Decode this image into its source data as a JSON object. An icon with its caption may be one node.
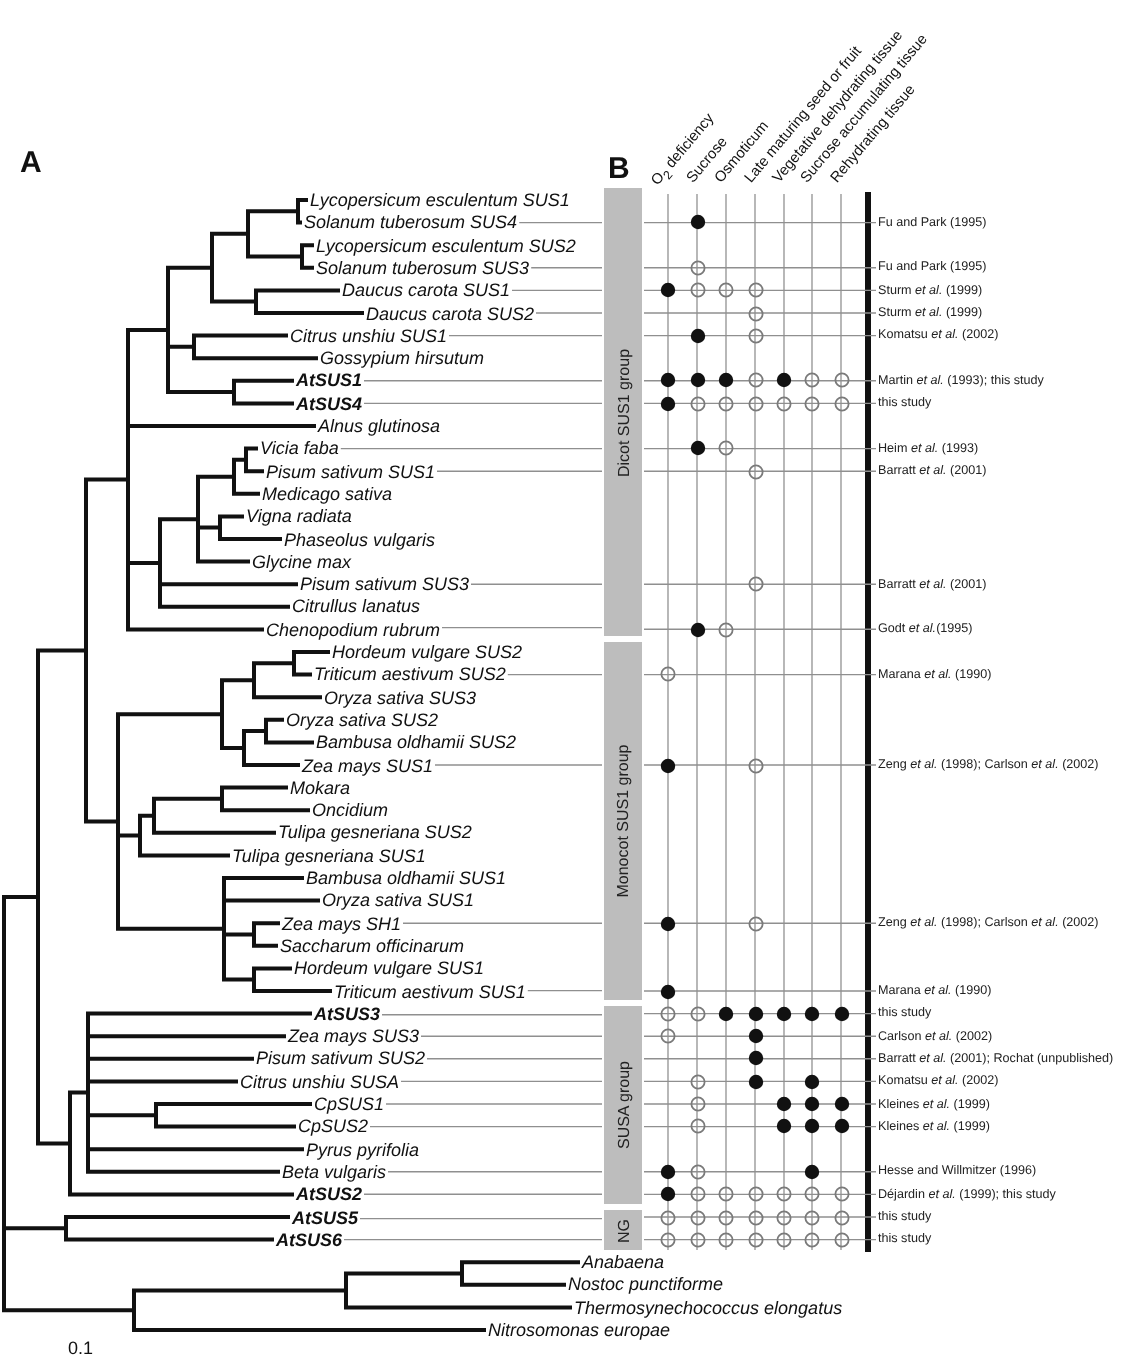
{
  "diagram": {
    "nodes": [
      {
        "text": [
          "Lycopersicum esculentum SUS1"
        ]
      },
      {
        "text": [
          "Solanum tuberosum SUS4"
        ]
      },
      {
        "text": [
          "Lycopersicum esculentum SUS2"
        ]
      },
      {
        "text": [
          "Solanum tuberosum SUS3"
        ]
      },
      {
        "text": [
          "Daucus carota SUS1"
        ]
      },
      {
        "text": [
          "Daucus carota SUS2"
        ]
      },
      {
        "text": [
          "Citrus unshiu SUS1"
        ]
      },
      {
        "text": [
          "Gossypium hirsutum"
        ]
      },
      {
        "text": [
          "AtSUS1"
        ]
      },
      {
        "text": [
          "AtSUS4"
        ]
      },
      {
        "text": [
          "Alnus glutinosa"
        ]
      },
      {
        "text": [
          "Vicia faba"
        ]
      },
      {
        "text": [
          "Pisum sativum SUS1"
        ]
      },
      {
        "text": [
          "Medicago sativa"
        ]
      },
      {
        "text": [
          "Vigna radiata"
        ]
      },
      {
        "text": [
          "Phaseolus vulgaris"
        ]
      },
      {
        "text": [
          "Glycine max"
        ]
      },
      {
        "text": [
          "Pisum sativum SUS3"
        ]
      },
      {
        "text": [
          "Citrullus lanatus"
        ]
      },
      {
        "text": [
          "Chenopodium rubrum"
        ]
      },
      {
        "text": [
          "Hordeum vulgare SUS2"
        ]
      },
      {
        "text": [
          "Triticum aestivum SUS2"
        ]
      },
      {
        "text": [
          "Oryza sativa SUS3"
        ]
      },
      {
        "text": [
          "Oryza sativa SUS2"
        ]
      },
      {
        "text": [
          "Bambusa oldhamii SUS2"
        ]
      },
      {
        "text": [
          "Zea mays SUS1"
        ]
      },
      {
        "text": [
          "Mokara"
        ]
      },
      {
        "text": [
          "Oncidium"
        ]
      },
      {
        "text": [
          "Tulipa gesneriana SUS2"
        ]
      },
      {
        "text": [
          "Tulipa gesneriana SUS1"
        ]
      },
      {
        "text": [
          "Bambusa oldhamii SUS1"
        ]
      },
      {
        "text": [
          "Oryza sativa SUS1"
        ]
      },
      {
        "text": [
          "Zea mays SH1"
        ]
      },
      {
        "text": [
          "Saccharum officinarum"
        ]
      },
      {
        "text": [
          "Hordeum vulgare SUS1"
        ]
      },
      {
        "text": [
          "Triticum aestivum SUS1"
        ]
      },
      {
        "text": [
          "AtSUS3"
        ]
      },
      {
        "text": [
          "Zea mays SUS3"
        ]
      },
      {
        "text": [
          "Pisum sativum SUS2"
        ]
      },
      {
        "text": [
          "Citrus unshiu SUSA"
        ]
      },
      {
        "text": [
          "CpSUS1"
        ]
      },
      {
        "text": [
          "CpSUS2"
        ]
      },
      {
        "text": [
          "Pyrus pyrifolia"
        ]
      },
      {
        "text": [
          "Beta vulgaris"
        ]
      },
      {
        "text": [
          "AtSUS2"
        ]
      },
      {
        "text": [
          "AtSUS5"
        ]
      },
      {
        "text": [
          "AtSUS6"
        ]
      },
      {
        "text": [
          "Anabaena"
        ]
      },
      {
        "text": [
          "Nostoc punctiforme"
        ]
      },
      {
        "text": [
          "Thermosynechococcus elongatus"
        ]
      },
      {
        "text": [
          "Nitrosomonas europae"
        ]
      },
      {
        "text": [
          "Dicot SUS1 group"
        ]
      },
      {
        "text": [
          "Monocot SUS1 group"
        ]
      },
      {
        "text": [
          "SUSA group"
        ]
      },
      {
        "text": [
          "NG"
        ]
      },
      {
        "text": [
          "Fu and Park (1995)"
        ]
      },
      {
        "text": [
          "Fu and Park (1995)"
        ]
      },
      {
        "text": [
          "Sturm *et al.* (1999)"
        ]
      },
      {
        "text": [
          "Sturm *et al.* (1999)"
        ]
      },
      {
        "text": [
          "Komatsu *et al.* (2002)"
        ]
      },
      {
        "text": [
          "Martin *et al.* (1993); this study"
        ]
      },
      {
        "text": [
          "this study"
        ]
      },
      {
        "text": [
          "Heim *et al.* (1993)"
        ]
      },
      {
        "text": [
          "Barratt *et al.* (2001)"
        ]
      },
      {
        "text": [
          "Barratt *et al.* (2001)"
        ]
      },
      {
        "text": [
          "Godt *et al.*(1995)"
        ]
      },
      {
        "text": [
          "Marana *et al.* (1990)"
        ]
      },
      {
        "text": [
          "Zeng *et al.* (1998); Carlson *et al.* (2002)"
        ]
      },
      {
        "text": [
          "Zeng *et al.* (1998); Carlson *et al.* (2002)"
        ]
      },
      {
        "text": [
          "Marana *et al.* (1990)"
        ]
      },
      {
        "text": [
          "this study"
        ]
      },
      {
        "text": [
          "Carlson *et al.* (2002)"
        ]
      },
      {
        "text": [
          "Barratt *et al.* (2001); Rochat (unpublished)"
        ]
      },
      {
        "text": [
          "Komatsu *et al.* (2002)"
        ]
      },
      {
        "text": [
          "Kleines *et al.* (1999)"
        ]
      },
      {
        "text": [
          "Kleines *et al.* (1999)"
        ]
      },
      {
        "text": [
          "Hesse and Willmitzer (1996)"
        ]
      },
      {
        "text": [
          "Déjardin *et al.* (1999); this study"
        ]
      },
      {
        "text": [
          "this study"
        ]
      },
      {
        "text": [
          "this study"
        ]
      },
      {
        "text": [],
        "shape": "dot"
      },
      {
        "text": [],
        "shape": "circle"
      },
      {
        "text": [],
        "shape": "dot"
      },
      {
        "text": [],
        "shape": "circle"
      },
      {
        "text": [],
        "shape": "circle"
      },
      {
        "text": [],
        "shape": "circle"
      },
      {
        "text": [],
        "shape": "circle"
      },
      {
        "text": [],
        "shape": "dot"
      },
      {
        "text": [],
        "shape": "circle"
      },
      {
        "text": [],
        "shape": "dot"
      },
      {
        "text": [],
        "shape": "dot"
      },
      {
        "text": [],
        "shape": "dot"
      },
      {
        "text": [],
        "shape": "circle"
      },
      {
        "text": [],
        "shape": "dot"
      },
      {
        "text": [],
        "shape": "circle"
      },
      {
        "text": [],
        "shape": "circle"
      },
      {
        "text": [],
        "shape": "dot"
      },
      {
        "text": [],
        "shape": "circle"
      },
      {
        "text": [],
        "shape": "circle"
      },
      {
        "text": [],
        "shape": "circle"
      },
      {
        "text": [],
        "shape": "circle"
      },
      {
        "text": [],
        "shape": "circle"
      },
      {
        "text": [],
        "shape": "circle"
      },
      {
        "text": [],
        "shape": "dot"
      },
      {
        "text": [],
        "shape": "circle"
      },
      {
        "text": [],
        "shape": "circle"
      },
      {
        "text": [],
        "shape": "circle"
      },
      {
        "text": [],
        "shape": "dot"
      },
      {
        "text": [],
        "shape": "circle"
      },
      {
        "text": [],
        "shape": "circle"
      },
      {
        "text": [],
        "shape": "dot"
      },
      {
        "text": [],
        "shape": "circle"
      },
      {
        "text": [],
        "shape": "dot"
      },
      {
        "text": [],
        "shape": "circle"
      },
      {
        "text": [],
        "shape": "dot"
      },
      {
        "text": [],
        "shape": "circle"
      },
      {
        "text": [],
        "shape": "circle"
      },
      {
        "text": [],
        "shape": "dot"
      },
      {
        "text": [],
        "shape": "dot"
      },
      {
        "text": [],
        "shape": "dot"
      },
      {
        "text": [],
        "shape": "dot"
      },
      {
        "text": [],
        "shape": "dot"
      },
      {
        "text": [],
        "shape": "circle"
      },
      {
        "text": [],
        "shape": "dot"
      },
      {
        "text": [],
        "shape": "dot"
      },
      {
        "text": [],
        "shape": "circle"
      },
      {
        "text": [],
        "shape": "dot"
      },
      {
        "text": [],
        "shape": "dot"
      },
      {
        "text": [],
        "shape": "circle"
      },
      {
        "text": [],
        "shape": "dot"
      },
      {
        "text": [],
        "shape": "dot"
      },
      {
        "text": [],
        "shape": "dot"
      },
      {
        "text": [],
        "shape": "circle"
      },
      {
        "text": [],
        "shape": "dot"
      },
      {
        "text": [],
        "shape": "dot"
      },
      {
        "text": [],
        "shape": "dot"
      },
      {
        "text": [],
        "shape": "dot"
      },
      {
        "text": [],
        "shape": "circle"
      },
      {
        "text": [],
        "shape": "dot"
      },
      {
        "text": [],
        "shape": "dot"
      },
      {
        "text": [],
        "shape": "circle"
      },
      {
        "text": [],
        "shape": "circle"
      },
      {
        "text": [],
        "shape": "circle"
      },
      {
        "text": [],
        "shape": "circle"
      },
      {
        "text": [],
        "shape": "circle"
      },
      {
        "text": [],
        "shape": "circle"
      },
      {
        "text": [],
        "shape": "circle"
      },
      {
        "text": [],
        "shape": "circle"
      },
      {
        "text": [],
        "shape": "circle"
      },
      {
        "text": [],
        "shape": "circle"
      },
      {
        "text": [],
        "shape": "circle"
      },
      {
        "text": [],
        "shape": "circle"
      },
      {
        "text": [],
        "shape": "circle"
      },
      {
        "text": [],
        "shape": "circle"
      },
      {
        "text": [],
        "shape": "circle"
      },
      {
        "text": [],
        "shape": "circle"
      },
      {
        "text": [],
        "shape": "circle"
      },
      {
        "text": [],
        "shape": "circle"
      },
      {
        "text": [],
        "shape": "circle"
      },
      {
        "text": [],
        "shape": "circle"
      }
    ],
    "edges": [
      {
        "from": 1,
        "to": 51,
        "arrow": "none"
      },
      {
        "from": 51,
        "to": 55,
        "arrow": "none"
      },
      {
        "from": 3,
        "to": 51,
        "arrow": "none"
      },
      {
        "from": 51,
        "to": 56,
        "arrow": "none"
      },
      {
        "from": 4,
        "to": 51,
        "arrow": "none"
      },
      {
        "from": 51,
        "to": 57,
        "arrow": "none"
      },
      {
        "from": 5,
        "to": 51,
        "arrow": "none"
      },
      {
        "from": 51,
        "to": 58,
        "arrow": "none"
      },
      {
        "from": 6,
        "to": 51,
        "arrow": "none"
      },
      {
        "from": 51,
        "to": 59,
        "arrow": "none"
      },
      {
        "from": 8,
        "to": 51,
        "arrow": "none"
      },
      {
        "from": 51,
        "to": 60,
        "arrow": "none"
      },
      {
        "from": 9,
        "to": 51,
        "arrow": "none"
      },
      {
        "from": 51,
        "to": 61,
        "arrow": "none"
      },
      {
        "from": 11,
        "to": 51,
        "arrow": "none"
      },
      {
        "from": 51,
        "to": 62,
        "arrow": "none"
      },
      {
        "from": 12,
        "to": 51,
        "arrow": "none"
      },
      {
        "from": 51,
        "to": 63,
        "arrow": "none"
      },
      {
        "from": 17,
        "to": 51,
        "arrow": "none"
      },
      {
        "from": 51,
        "to": 64,
        "arrow": "none"
      },
      {
        "from": 19,
        "to": 51,
        "arrow": "none"
      },
      {
        "from": 51,
        "to": 65,
        "arrow": "none"
      },
      {
        "from": 21,
        "to": 52,
        "arrow": "none"
      },
      {
        "from": 52,
        "to": 66,
        "arrow": "none"
      },
      {
        "from": 25,
        "to": 52,
        "arrow": "none"
      },
      {
        "from": 52,
        "to": 67,
        "arrow": "none"
      },
      {
        "from": 32,
        "to": 52,
        "arrow": "none"
      },
      {
        "from": 52,
        "to": 68,
        "arrow": "none"
      },
      {
        "from": 35,
        "to": 52,
        "arrow": "none"
      },
      {
        "from": 52,
        "to": 69,
        "arrow": "none"
      },
      {
        "from": 36,
        "to": 53,
        "arrow": "none"
      },
      {
        "from": 53,
        "to": 70,
        "arrow": "none"
      },
      {
        "from": 37,
        "to": 53,
        "arrow": "none"
      },
      {
        "from": 53,
        "to": 71,
        "arrow": "none"
      },
      {
        "from": 38,
        "to": 53,
        "arrow": "none"
      },
      {
        "from": 53,
        "to": 72,
        "arrow": "none"
      },
      {
        "from": 39,
        "to": 53,
        "arrow": "none"
      },
      {
        "from": 53,
        "to": 73,
        "arrow": "none"
      },
      {
        "from": 40,
        "to": 53,
        "arrow": "none"
      },
      {
        "from": 53,
        "to": 74,
        "arrow": "none"
      },
      {
        "from": 41,
        "to": 53,
        "arrow": "none"
      },
      {
        "from": 53,
        "to": 75,
        "arrow": "none"
      },
      {
        "from": 43,
        "to": 53,
        "arrow": "none"
      },
      {
        "from": 53,
        "to": 76,
        "arrow": "none"
      },
      {
        "from": 44,
        "to": 53,
        "arrow": "none"
      },
      {
        "from": 53,
        "to": 77,
        "arrow": "none"
      },
      {
        "from": 45,
        "to": 54,
        "arrow": "none"
      },
      {
        "from": 54,
        "to": 78,
        "arrow": "none"
      },
      {
        "from": 46,
        "to": 54,
        "arrow": "none"
      },
      {
        "from": 54,
        "to": 79,
        "arrow": "none"
      }
    ],
    "labels": [
      "A",
      "B",
      "O$_{2}$ deficiency",
      "Sucrose",
      "Osmoticum",
      "Late maturing seed or fruit",
      "Vegetative dehydrating tissue",
      "Sucrose accumulating tissue",
      "Rehydrating tissue",
      "0.1"
    ]
  }
}
